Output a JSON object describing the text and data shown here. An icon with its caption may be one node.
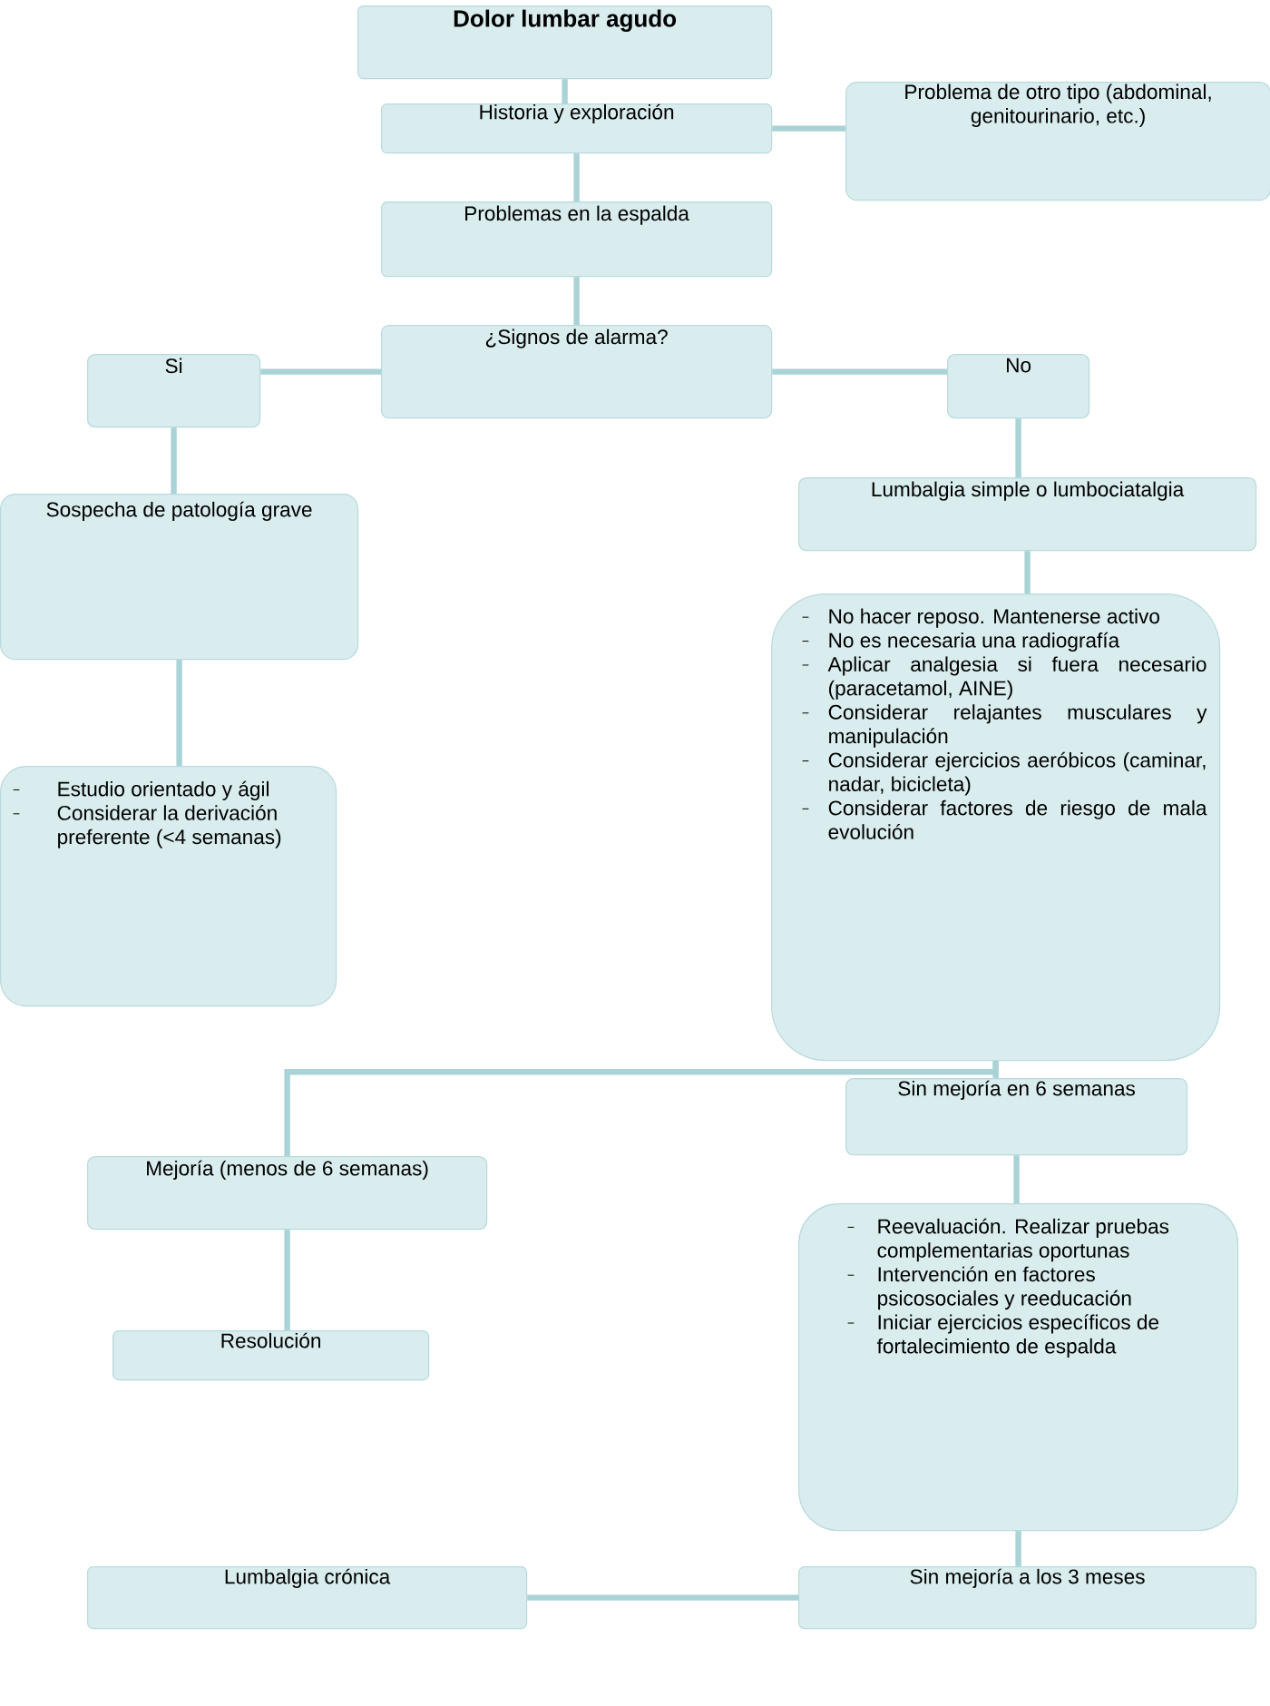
{
  "diagram": {
    "nodes": [
      {
        "text": [
          "Dolor lumbar agudo"
        ]
      },
      {
        "text": [
          "Historia y exploración"
        ]
      },
      {
        "text": [
          "Problema de otro tipo (abdominal, genitourinario, etc.)"
        ]
      },
      {
        "text": [
          "Problemas en la espalda"
        ]
      },
      {
        "text": [
          "¿Signos de alarma?"
        ]
      },
      {
        "text": [
          "Si"
        ]
      },
      {
        "text": [
          "No"
        ]
      },
      {
        "text": [
          "Lumbalgia simple o lumbociatalgia"
        ]
      },
      {
        "text": [
          "Sospecha de patología grave"
        ]
      },
      {
        "text": [
          "Estudio orientado y ágil",
          "Considerar la derivación preferente (<4 semanas)"
        ]
      },
      {
        "text": [
          "No hacer reposo. Mantenerse activo",
          "No es necesaria una radiografía",
          "Aplicar analgesia si fuera necesario (paracetamol, AINE)",
          "Considerar relajantes musculares y manipulación",
          "Considerar ejercicios aeróbicos (caminar, nadar, bicicleta)",
          "Considerar factores de riesgo de mala evolución"
        ]
      },
      {
        "text": [
          "Sin mejoría en 6 semanas"
        ]
      },
      {
        "text": [
          "Mejoría (menos de 6 semanas)"
        ]
      },
      {
        "text": [
          "Resolución"
        ]
      },
      {
        "text": [
          "Reevaluación. Realizar pruebas complementarias oportunas",
          "Intervención en factores psicosociales y reeducación",
          "Iniciar ejercicios específicos de fortalecimiento de espalda"
        ]
      },
      {
        "text": [
          "Sin mejoría a los 3 meses"
        ]
      },
      {
        "text": [
          "Lumbalgia crónica"
        ]
      }
    ],
    "edges": [
      {
        "from": 0,
        "to": 1,
        "arrow": "none"
      },
      {
        "from": 1,
        "to": 2,
        "arrow": "none"
      },
      {
        "from": 1,
        "to": 3,
        "arrow": "none"
      },
      {
        "from": 3,
        "to": 4,
        "arrow": "none"
      },
      {
        "from": 4,
        "to": 5,
        "arrow": "none"
      },
      {
        "from": 4,
        "to": 6,
        "arrow": "none"
      },
      {
        "from": 5,
        "to": 8,
        "arrow": "none"
      },
      {
        "from": 6,
        "to": 7,
        "arrow": "none"
      },
      {
        "from": 8,
        "to": 9,
        "arrow": "none"
      },
      {
        "from": 7,
        "to": 10,
        "arrow": "none"
      },
      {
        "from": 10,
        "to": 11,
        "arrow": "none"
      },
      {
        "from": 10,
        "to": 12,
        "arrow": "none"
      },
      {
        "from": 12,
        "to": 13,
        "arrow": "none"
      },
      {
        "from": 11,
        "to": 14,
        "arrow": "none"
      },
      {
        "from": 14,
        "to": 15,
        "arrow": "none"
      },
      {
        "from": 15,
        "to": 16,
        "arrow": "none"
      }
    ]
  }
}
